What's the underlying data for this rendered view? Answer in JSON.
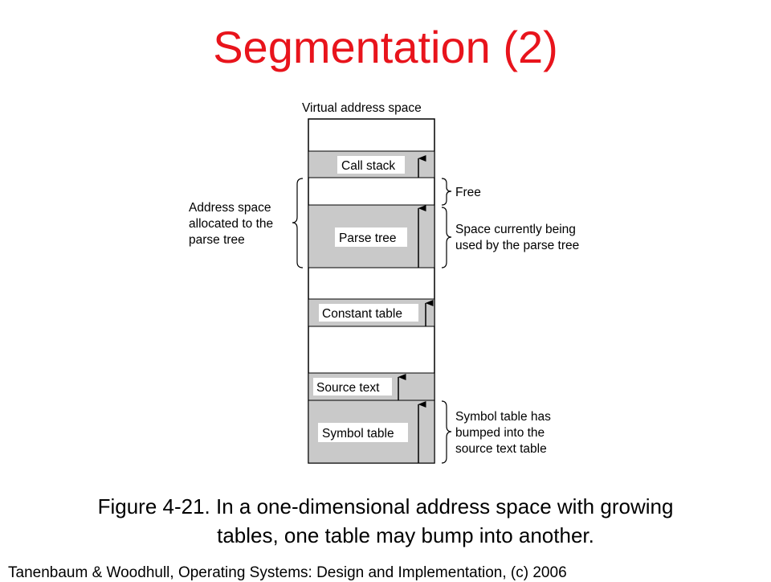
{
  "title": "Segmentation (2)",
  "diagram": {
    "top_label": "Virtual address space",
    "segments": {
      "call_stack": "Call stack",
      "parse_tree": "Parse tree",
      "constant_table": "Constant table",
      "source_text": "Source text",
      "symbol_table": "Symbol table"
    },
    "left_annotation": [
      "Address space",
      "allocated to the",
      "parse tree"
    ],
    "right_annotations": {
      "free": [
        "Free"
      ],
      "parse_tree_used": [
        "Space currently being",
        "used by the parse tree"
      ],
      "symbol_bump": [
        "Symbol table has",
        "bumped into the",
        "source text table"
      ]
    }
  },
  "caption": {
    "line1": "Figure 4-21. In a one-dimensional address space with growing",
    "line2": "tables, one table may bump into another."
  },
  "footer": "Tanenbaum & Woodhull, Operating Systems: Design and Implementation, (c) 2006"
}
